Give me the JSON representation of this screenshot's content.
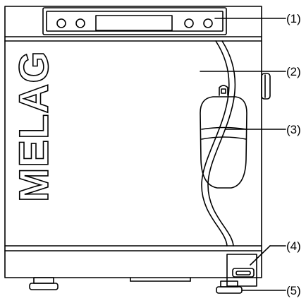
{
  "brand_logo": "MELAG",
  "callouts": [
    {
      "label": "(1)"
    },
    {
      "label": "(2)"
    },
    {
      "label": "(3)"
    },
    {
      "label": "(4)"
    },
    {
      "label": "(5)"
    }
  ],
  "colors": {
    "line": "#000000",
    "background": "#ffffff"
  }
}
